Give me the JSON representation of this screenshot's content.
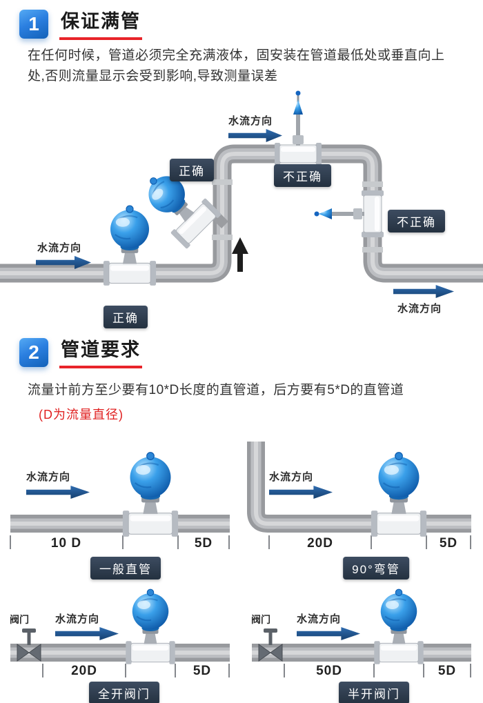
{
  "colors": {
    "accent_blue": "#1261b8",
    "title_underline_red": "#e8242a",
    "note_red": "#e02020",
    "badge_dark": "#2b3a4d",
    "arrow_blue": "#1d4f8e",
    "pipe_gray": "#9ea0a4"
  },
  "section1": {
    "number": "1",
    "title": "保证满管",
    "description": "在任何时候，管道必须完全充满液体，固安装在管道最低处或垂直向上处,否则流量显示会受到影响,导致测量误差",
    "diagram": {
      "flow_label_top": "水流方向",
      "flow_label_left": "水流方向",
      "flow_label_bottom_right": "水流方向",
      "badge_correct_mid": "正确",
      "badge_incorrect_top": "不正确",
      "badge_incorrect_right": "不正确",
      "badge_correct_bottom": "正确"
    }
  },
  "section2": {
    "number": "2",
    "title": "管道要求",
    "description": "流量计前方至少要有10*D长度的直管道，后方要有5*D的直管道",
    "note": "(D为流量直径)",
    "diagrams": [
      {
        "flow_label": "水流方向",
        "front": "10 D",
        "back": "5D",
        "caption": "一般直管"
      },
      {
        "flow_label": "水流方向",
        "front": "20D",
        "back": "5D",
        "caption": "90°弯管"
      },
      {
        "flow_label": "水流方向",
        "valve_label": "阀门",
        "front": "20D",
        "back": "5D",
        "caption": "全开阀门"
      },
      {
        "flow_label": "水流方向",
        "valve_label": "阀门",
        "front": "50D",
        "back": "5D",
        "caption": "半开阀门"
      }
    ]
  }
}
